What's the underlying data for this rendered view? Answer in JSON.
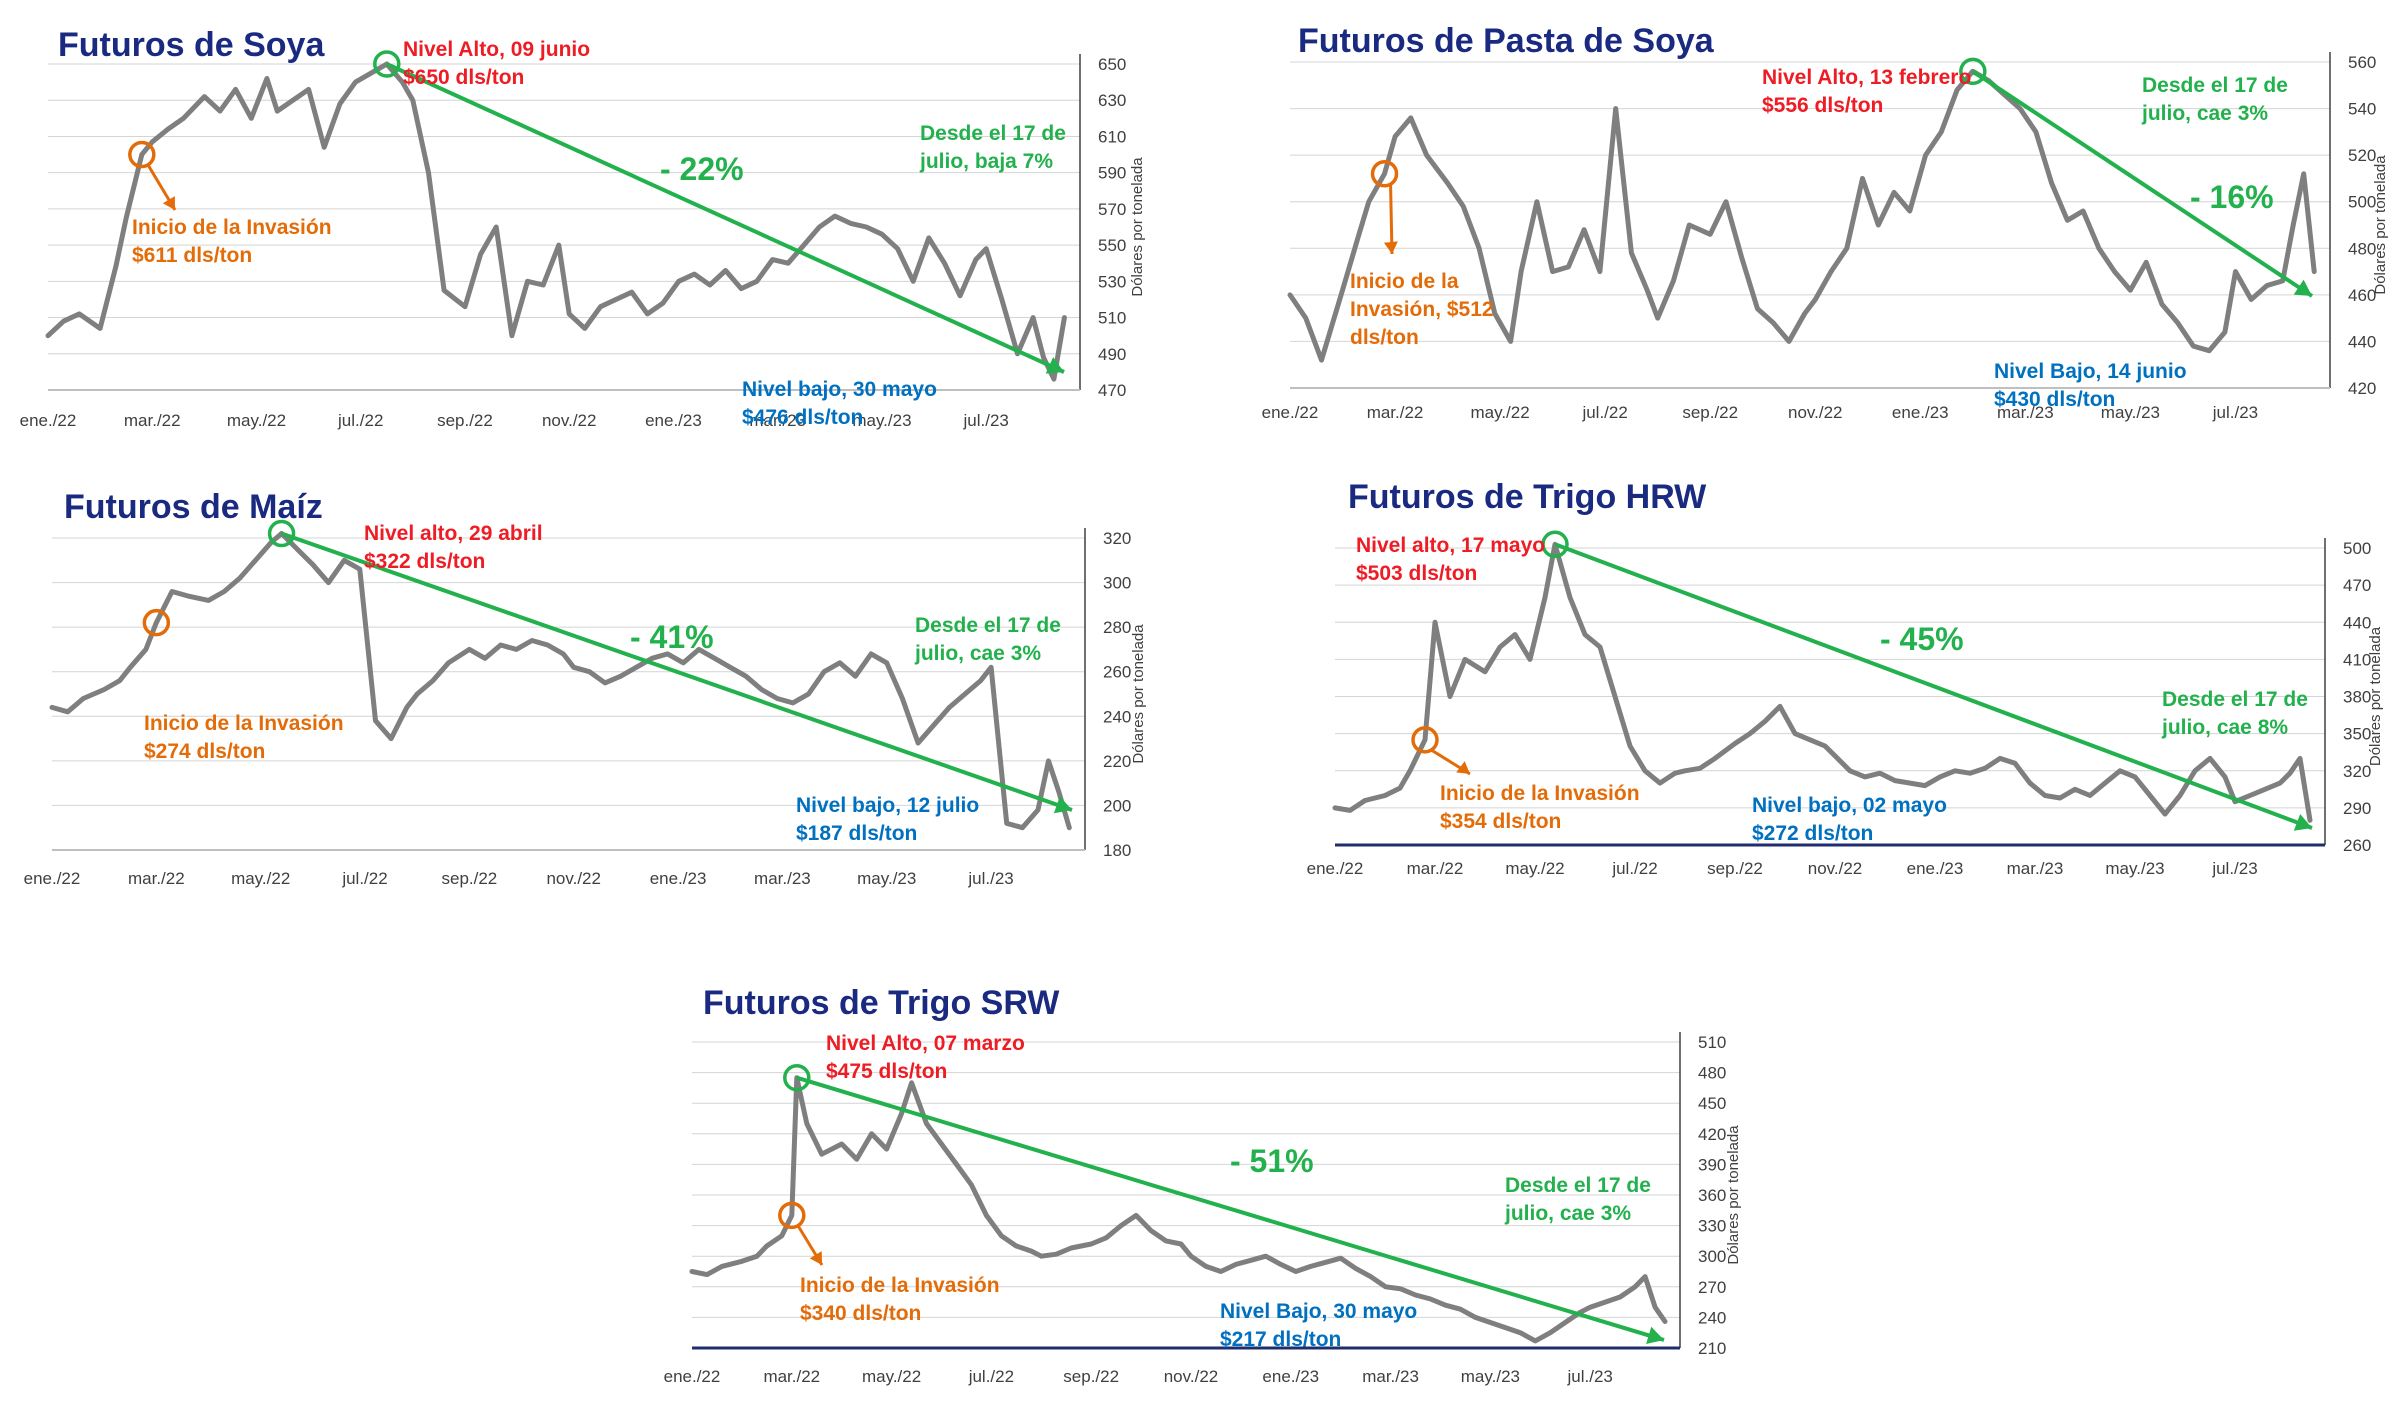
{
  "colors": {
    "title": "#1a2a80",
    "price_line": "#7f7f7f",
    "trend": "#22b14c",
    "high": "#ee1c24",
    "invasion": "#e36c09",
    "low": "#0070c0",
    "grid": "#d4d4d4",
    "axis_dark": "#1f2d6e",
    "axis_light": "#bfbfbf"
  },
  "chart_data": [
    {
      "type": "line",
      "title": "Futuros de Soya",
      "ylabel": "Dólares por tonelada",
      "xticks": [
        "ene./22",
        "mar./22",
        "may./22",
        "jul./22",
        "sep./22",
        "nov./22",
        "ene./23",
        "mar./23",
        "may./23",
        "jul./23"
      ],
      "yticks": [
        470,
        490,
        510,
        530,
        550,
        570,
        590,
        610,
        630,
        650
      ],
      "ylim": [
        470,
        650
      ],
      "grid": true,
      "series": [
        {
          "x": [
            0,
            0.3,
            0.6,
            1,
            1.3,
            1.5,
            1.8,
            2,
            2.3,
            2.6,
            3,
            3.3,
            3.6,
            3.9,
            4.2,
            4.4,
            4.7,
            5,
            5.3,
            5.6,
            5.9,
            6.2,
            6.5,
            6.8,
            7,
            7.3,
            7.6,
            8,
            8.3,
            8.6,
            8.9,
            9.2,
            9.5,
            9.8,
            10,
            10.3,
            10.6,
            10.9,
            11.2,
            11.5,
            11.8,
            12.1,
            12.4,
            12.7,
            13,
            13.3,
            13.6,
            13.9,
            14.2,
            14.5,
            14.8,
            15.1,
            15.4,
            15.7,
            16,
            16.3,
            16.6,
            16.9,
            17.2,
            17.5,
            17.8,
            18,
            18.3,
            18.6,
            18.9,
            19.1,
            19.3,
            19.5
          ],
          "values": [
            500,
            508,
            512,
            504,
            538,
            565,
            600,
            607,
            614,
            620,
            632,
            624,
            636,
            620,
            642,
            624,
            630,
            636,
            604,
            628,
            640,
            645,
            650,
            640,
            630,
            590,
            525,
            516,
            545,
            560,
            500,
            530,
            528,
            550,
            512,
            504,
            516,
            520,
            524,
            512,
            518,
            530,
            534,
            528,
            536,
            526,
            530,
            542,
            540,
            550,
            560,
            566,
            562,
            560,
            556,
            548,
            530,
            554,
            540,
            522,
            542,
            548,
            520,
            490,
            510,
            488,
            476,
            510
          ]
        }
      ],
      "annotations": {
        "high": [
          "Nivel Alto, 09 junio",
          "$650 dls/ton"
        ],
        "invasion": [
          "Inicio de la Invasión",
          "$611 dls/ton"
        ],
        "low": [
          "Nivel bajo, 30 mayo",
          "$476 dls/ton"
        ],
        "since": [
          "Desde el 17 de",
          "julio, baja 7%"
        ],
        "change": "- 22%"
      }
    },
    {
      "type": "line",
      "title": "Futuros de Pasta de Soya",
      "ylabel": "Dólares por tonelada",
      "xticks": [
        "ene./22",
        "mar./22",
        "may./22",
        "jul./22",
        "sep./22",
        "nov./22",
        "ene./23",
        "mar./23",
        "may./23",
        "jul./23"
      ],
      "yticks": [
        420,
        440,
        460,
        480,
        500,
        520,
        540,
        560
      ],
      "ylim": [
        420,
        560
      ],
      "grid": true,
      "series": [
        {
          "x": [
            0,
            0.3,
            0.6,
            1,
            1.3,
            1.5,
            1.8,
            2,
            2.3,
            2.6,
            3,
            3.3,
            3.6,
            3.9,
            4.2,
            4.4,
            4.7,
            5,
            5.3,
            5.6,
            5.9,
            6.2,
            6.5,
            6.8,
            7,
            7.3,
            7.6,
            8,
            8.3,
            8.6,
            8.9,
            9.2,
            9.5,
            9.8,
            10,
            10.3,
            10.6,
            10.9,
            11.2,
            11.5,
            11.8,
            12.1,
            12.4,
            12.7,
            13,
            13.3,
            13.6,
            13.9,
            14.2,
            14.5,
            14.8,
            15.1,
            15.4,
            15.7,
            16,
            16.3,
            16.6,
            16.9,
            17.2,
            17.5,
            17.8,
            18,
            18.3,
            18.6,
            18.9,
            19.1,
            19.3,
            19.5
          ],
          "values": [
            460,
            450,
            432,
            462,
            485,
            500,
            512,
            528,
            536,
            520,
            508,
            498,
            480,
            452,
            440,
            470,
            500,
            470,
            472,
            488,
            470,
            540,
            478,
            462,
            450,
            466,
            490,
            486,
            500,
            476,
            454,
            448,
            440,
            452,
            458,
            470,
            480,
            510,
            490,
            504,
            496,
            520,
            530,
            548,
            556,
            552,
            546,
            540,
            530,
            508,
            492,
            496,
            480,
            470,
            462,
            474,
            456,
            448,
            438,
            436,
            444,
            470,
            458,
            464,
            466,
            490,
            512,
            470
          ]
        }
      ],
      "annotations": {
        "high": [
          "Nivel Alto, 13 febrero",
          "$556 dls/ton"
        ],
        "invasion": [
          "Inicio de la",
          "Invasión, $512",
          "dls/ton"
        ],
        "low": [
          "Nivel Bajo, 14 junio",
          "$430 dls/ton"
        ],
        "since": [
          "Desde el 17 de",
          "julio, cae 3%"
        ],
        "change": "- 16%"
      }
    },
    {
      "type": "line",
      "title": "Futuros de Maíz",
      "ylabel": "Dólares por tonelada",
      "xticks": [
        "ene./22",
        "mar./22",
        "may./22",
        "jul./22",
        "sep./22",
        "nov./22",
        "ene./23",
        "mar./23",
        "may./23",
        "jul./23"
      ],
      "yticks": [
        180,
        200,
        220,
        240,
        260,
        280,
        300,
        320
      ],
      "ylim": [
        180,
        320
      ],
      "grid": true,
      "series": [
        {
          "x": [
            0,
            0.3,
            0.6,
            1,
            1.3,
            1.5,
            1.8,
            2,
            2.3,
            2.6,
            3,
            3.3,
            3.6,
            3.9,
            4.2,
            4.4,
            4.7,
            5,
            5.3,
            5.6,
            5.9,
            6.2,
            6.5,
            6.8,
            7,
            7.3,
            7.6,
            8,
            8.3,
            8.6,
            8.9,
            9.2,
            9.5,
            9.8,
            10,
            10.3,
            10.6,
            10.9,
            11.2,
            11.5,
            11.8,
            12.1,
            12.4,
            12.7,
            13,
            13.3,
            13.6,
            13.9,
            14.2,
            14.5,
            14.8,
            15.1,
            15.4,
            15.7,
            16,
            16.3,
            16.6,
            16.9,
            17.2,
            17.5,
            17.8,
            18,
            18.3,
            18.6,
            18.9,
            19.1,
            19.3,
            19.5
          ],
          "values": [
            244,
            242,
            248,
            252,
            256,
            262,
            270,
            282,
            296,
            294,
            292,
            296,
            302,
            310,
            318,
            322,
            315,
            308,
            300,
            310,
            306,
            238,
            230,
            244,
            250,
            256,
            264,
            270,
            266,
            272,
            270,
            274,
            272,
            268,
            262,
            260,
            255,
            258,
            262,
            266,
            268,
            264,
            270,
            266,
            262,
            258,
            252,
            248,
            246,
            250,
            260,
            264,
            258,
            268,
            264,
            248,
            228,
            236,
            244,
            250,
            256,
            262,
            192,
            190,
            198,
            220,
            206,
            190
          ]
        }
      ],
      "annotations": {
        "high": [
          "Nivel alto, 29 abril",
          "$322 dls/ton"
        ],
        "invasion": [
          "Inicio de la Invasión",
          "$274 dls/ton"
        ],
        "low": [
          "Nivel bajo, 12 julio",
          "$187 dls/ton"
        ],
        "since": [
          "Desde el 17 de",
          "julio, cae 3%"
        ],
        "change": "- 41%"
      }
    },
    {
      "type": "line",
      "title": "Futuros de Trigo HRW",
      "ylabel": "Dólares por tonelada",
      "xticks": [
        "ene./22",
        "mar./22",
        "may./22",
        "jul./22",
        "sep./22",
        "nov./22",
        "ene./23",
        "mar./23",
        "may./23",
        "jul./23"
      ],
      "yticks": [
        260,
        290,
        320,
        350,
        380,
        410,
        440,
        470,
        500
      ],
      "ylim": [
        260,
        500
      ],
      "grid": true,
      "series": [
        {
          "x": [
            0,
            0.3,
            0.6,
            1,
            1.3,
            1.5,
            1.8,
            2,
            2.3,
            2.6,
            3,
            3.3,
            3.6,
            3.9,
            4.2,
            4.4,
            4.7,
            5,
            5.3,
            5.6,
            5.9,
            6.2,
            6.5,
            6.8,
            7,
            7.3,
            7.6,
            8,
            8.3,
            8.6,
            8.9,
            9.2,
            9.5,
            9.8,
            10,
            10.3,
            10.6,
            10.9,
            11.2,
            11.5,
            11.8,
            12.1,
            12.4,
            12.7,
            13,
            13.3,
            13.6,
            13.9,
            14.2,
            14.5,
            14.8,
            15.1,
            15.4,
            15.7,
            16,
            16.3,
            16.6,
            16.9,
            17.2,
            17.5,
            17.8,
            18,
            18.3,
            18.6,
            18.9,
            19.1,
            19.3,
            19.5
          ],
          "values": [
            290,
            288,
            296,
            300,
            306,
            320,
            345,
            440,
            380,
            410,
            400,
            420,
            430,
            410,
            460,
            503,
            460,
            430,
            420,
            380,
            340,
            320,
            310,
            318,
            320,
            322,
            330,
            342,
            350,
            360,
            372,
            350,
            345,
            340,
            332,
            320,
            315,
            318,
            312,
            310,
            308,
            315,
            320,
            318,
            322,
            330,
            326,
            310,
            300,
            298,
            305,
            300,
            310,
            320,
            315,
            300,
            285,
            300,
            320,
            330,
            315,
            295,
            300,
            305,
            310,
            318,
            330,
            280
          ]
        }
      ],
      "annotations": {
        "high": [
          "Nivel alto, 17 mayo",
          "$503 dls/ton"
        ],
        "invasion": [
          "Inicio de la Invasión",
          "$354 dls/ton"
        ],
        "low": [
          "Nivel bajo, 02 mayo",
          "$272 dls/ton"
        ],
        "since": [
          "Desde el 17 de",
          "julio, cae 8%"
        ],
        "change": "- 45%"
      }
    },
    {
      "type": "line",
      "title": "Futuros de Trigo SRW",
      "ylabel": "Dólares por tonelada",
      "xticks": [
        "ene./22",
        "mar./22",
        "may./22",
        "jul./22",
        "sep./22",
        "nov./22",
        "ene./23",
        "mar./23",
        "may./23",
        "jul./23"
      ],
      "yticks": [
        210,
        240,
        270,
        300,
        330,
        360,
        390,
        420,
        450,
        480,
        510
      ],
      "ylim": [
        210,
        510
      ],
      "grid": true,
      "series": [
        {
          "x": [
            0,
            0.3,
            0.6,
            1,
            1.3,
            1.5,
            1.8,
            2,
            2.1,
            2.3,
            2.6,
            3,
            3.3,
            3.6,
            3.9,
            4.2,
            4.4,
            4.7,
            5,
            5.3,
            5.6,
            5.9,
            6.2,
            6.5,
            6.8,
            7,
            7.3,
            7.6,
            8,
            8.3,
            8.6,
            8.9,
            9.2,
            9.5,
            9.8,
            10,
            10.3,
            10.6,
            10.9,
            11.2,
            11.5,
            11.8,
            12.1,
            12.4,
            12.7,
            13,
            13.3,
            13.6,
            13.9,
            14.2,
            14.5,
            14.8,
            15.1,
            15.4,
            15.7,
            16,
            16.3,
            16.6,
            16.9,
            17.2,
            17.5,
            17.8,
            18,
            18.3,
            18.6,
            18.9,
            19.1,
            19.3,
            19.5
          ],
          "values": [
            285,
            282,
            290,
            295,
            300,
            310,
            320,
            340,
            475,
            430,
            400,
            410,
            395,
            420,
            405,
            440,
            470,
            430,
            410,
            390,
            370,
            340,
            320,
            310,
            305,
            300,
            302,
            308,
            312,
            318,
            330,
            340,
            325,
            315,
            312,
            300,
            290,
            285,
            292,
            296,
            300,
            292,
            285,
            290,
            294,
            298,
            288,
            280,
            270,
            268,
            262,
            258,
            252,
            248,
            240,
            235,
            230,
            225,
            217,
            225,
            235,
            245,
            250,
            255,
            260,
            270,
            280,
            250,
            236
          ]
        }
      ],
      "annotations": {
        "high": [
          "Nivel Alto, 07 marzo",
          "$475 dls/ton"
        ],
        "invasion": [
          "Inicio de la Invasión",
          "$340 dls/ton"
        ],
        "low": [
          "Nivel Bajo, 30 mayo",
          "$217 dls/ton"
        ],
        "since": [
          "Desde el 17 de",
          "julio, cae 3%"
        ],
        "change": "- 51%"
      }
    }
  ]
}
